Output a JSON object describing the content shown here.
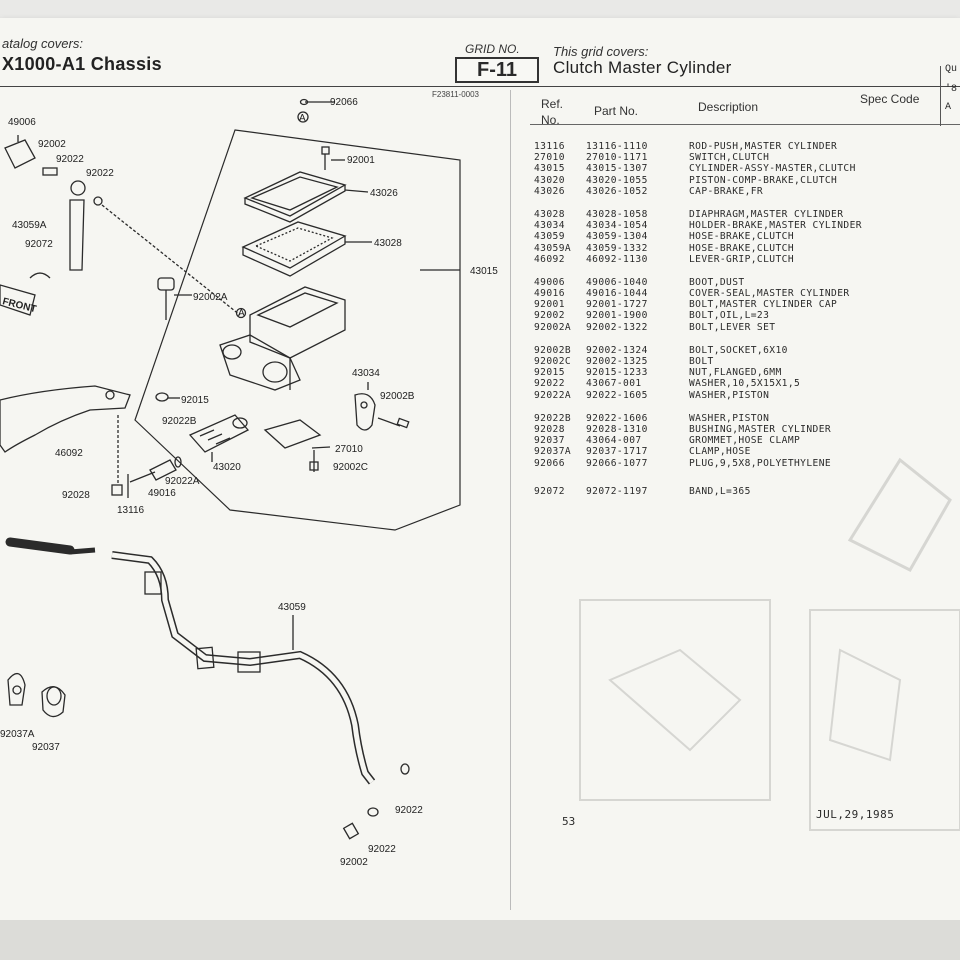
{
  "header": {
    "catalog_label": "atalog covers:",
    "catalog_title": "X1000-A1 Chassis",
    "grid_label": "GRID NO.",
    "grid_value": "F-11",
    "covers_label": "This grid covers:",
    "covers_title": "Clutch Master Cylinder",
    "q_label": "Qu",
    "q_val1": "'8",
    "q_val2": "A",
    "drawing_code": "F23811-0003"
  },
  "table": {
    "col_ref": "Ref.",
    "col_no": "No.",
    "col_part": "Part No.",
    "col_desc": "Description",
    "col_spec": "Spec Code",
    "groups": [
      [
        {
          "ref": "13116",
          "part": "13116-1110",
          "desc": "ROD-PUSH,MASTER CYLINDER"
        },
        {
          "ref": "27010",
          "part": "27010-1171",
          "desc": "SWITCH,CLUTCH"
        },
        {
          "ref": "43015",
          "part": "43015-1307",
          "desc": "CYLINDER-ASSY-MASTER,CLUTCH"
        },
        {
          "ref": "43020",
          "part": "43020-1055",
          "desc": "PISTON-COMP-BRAKE,CLUTCH"
        },
        {
          "ref": "43026",
          "part": "43026-1052",
          "desc": "CAP-BRAKE,FR"
        }
      ],
      [
        {
          "ref": "43028",
          "part": "43028-1058",
          "desc": "DIAPHRAGM,MASTER CYLINDER"
        },
        {
          "ref": "43034",
          "part": "43034-1054",
          "desc": "HOLDER-BRAKE,MASTER CYLINDER"
        },
        {
          "ref": "43059",
          "part": "43059-1304",
          "desc": "HOSE-BRAKE,CLUTCH"
        },
        {
          "ref": "43059A",
          "part": "43059-1332",
          "desc": "HOSE-BRAKE,CLUTCH"
        },
        {
          "ref": "46092",
          "part": "46092-1130",
          "desc": "LEVER-GRIP,CLUTCH"
        }
      ],
      [
        {
          "ref": "49006",
          "part": "49006-1040",
          "desc": "BOOT,DUST"
        },
        {
          "ref": "49016",
          "part": "49016-1044",
          "desc": "COVER-SEAL,MASTER CYLINDER"
        },
        {
          "ref": "92001",
          "part": "92001-1727",
          "desc": "BOLT,MASTER CYLINDER CAP"
        },
        {
          "ref": "92002",
          "part": "92001-1900",
          "desc": "BOLT,OIL,L=23"
        },
        {
          "ref": "92002A",
          "part": "92002-1322",
          "desc": "BOLT,LEVER SET"
        }
      ],
      [
        {
          "ref": "92002B",
          "part": "92002-1324",
          "desc": "BOLT,SOCKET,6X10"
        },
        {
          "ref": "92002C",
          "part": "92002-1325",
          "desc": "BOLT"
        },
        {
          "ref": "92015",
          "part": "92015-1233",
          "desc": "NUT,FLANGED,6MM"
        },
        {
          "ref": "92022",
          "part": "43067-001",
          "desc": "WASHER,10,5X15X1,5"
        },
        {
          "ref": "92022A",
          "part": "92022-1605",
          "desc": "WASHER,PISTON"
        }
      ],
      [
        {
          "ref": "92022B",
          "part": "92022-1606",
          "desc": "WASHER,PISTON"
        },
        {
          "ref": "92028",
          "part": "92028-1310",
          "desc": "BUSHING,MASTER CYLINDER"
        },
        {
          "ref": "92037",
          "part": "43064-007",
          "desc": "GROMMET,HOSE CLAMP"
        },
        {
          "ref": "92037A",
          "part": "92037-1717",
          "desc": "CLAMP,HOSE"
        },
        {
          "ref": "92066",
          "part": "92066-1077",
          "desc": "PLUG,9,5X8,POLYETHYLENE"
        }
      ],
      [
        {
          "ref": "92072",
          "part": "92072-1197",
          "desc": "BAND,L=365"
        }
      ]
    ]
  },
  "footer": {
    "page_number": "53",
    "date": "JUL,29,1985"
  },
  "diagram": {
    "labels": {
      "l92066": "92066",
      "l49006": "49006",
      "l92002_top": "92002",
      "l92022_top": "92022",
      "l92022_top2": "92022",
      "l92001": "92001",
      "l43026": "43026",
      "l43028": "43028",
      "l43015": "43015",
      "l43059A": "43059A",
      "l92072": "92072",
      "l92002A": "92002A",
      "l92015": "92015",
      "l43034": "43034",
      "l92002B_r": "92002B",
      "l92022B": "92022B",
      "l46092": "46092",
      "l43020": "43020",
      "l27010": "27010",
      "l92002C": "92002C",
      "l92022A": "92022A",
      "l49016": "49016",
      "l92028": "92028",
      "l13116": "13116",
      "l43059": "43059",
      "l92037A": "92037A",
      "l92037": "92037",
      "l92022_bot": "92022",
      "l92022_bot2": "92022",
      "l92002_bot": "92002",
      "front": "FRONT",
      "marker_a": "A"
    }
  }
}
